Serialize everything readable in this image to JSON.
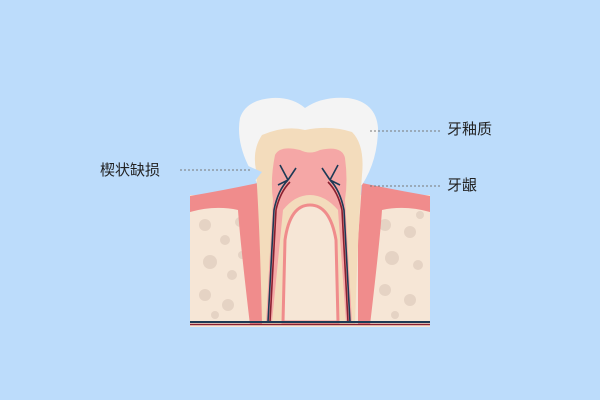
{
  "labels": {
    "wedge_defect": "楔状缺损",
    "enamel": "牙釉质",
    "gum": "牙龈"
  },
  "colors": {
    "background": "#bcdcfb",
    "enamel": "#f4f4f4",
    "dentin": "#f3dcbc",
    "pulp": "#f5a7a6",
    "gum": "#f08c8c",
    "bone": "#f6e6d6",
    "bone_spots": "#e5d3c4",
    "vessel_dark": "#1d3a55",
    "vessel_red": "#8a2030"
  }
}
